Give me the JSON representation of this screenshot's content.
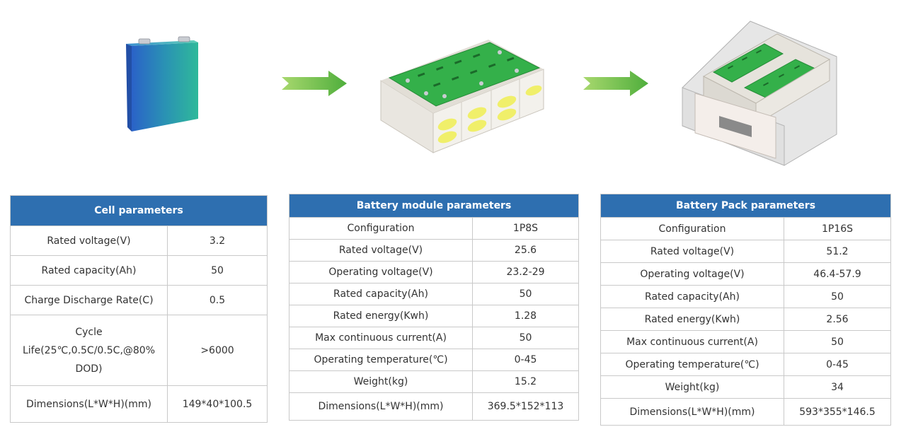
{
  "cell_table": {
    "title": "Cell parameters",
    "rows": [
      {
        "label": "Rated voltage(V)",
        "value": "3.2"
      },
      {
        "label": "Rated capacity(Ah)",
        "value": "50"
      },
      {
        "label": "Charge Discharge Rate(C)",
        "value": "0.5"
      },
      {
        "label_lines": [
          "Cycle",
          "Life(25℃,0.5C/0.5C,@80%",
          "DOD)"
        ],
        "value": ">6000"
      },
      {
        "label": "Dimensions(L*W*H)(mm)",
        "value": "149*40*100.5"
      }
    ]
  },
  "module_table": {
    "title": "Battery module parameters",
    "rows": [
      {
        "label": "Configuration",
        "value": "1P8S"
      },
      {
        "label": "Rated voltage(V)",
        "value": "25.6"
      },
      {
        "label": "Operating voltage(V)",
        "value": "23.2-29"
      },
      {
        "label": "Rated capacity(Ah)",
        "value": "50"
      },
      {
        "label": "Rated energy(Kwh)",
        "value": "1.28"
      },
      {
        "label": "Max continuous current(A)",
        "value": "50"
      },
      {
        "label": "Operating temperature(℃)",
        "value": "0-45"
      },
      {
        "label": "Weight(kg)",
        "value": "15.2"
      },
      {
        "label": "Dimensions(L*W*H)(mm)",
        "value": "369.5*152*113"
      }
    ]
  },
  "pack_table": {
    "title": "Battery Pack parameters",
    "rows": [
      {
        "label": "Configuration",
        "value": "1P16S"
      },
      {
        "label": "Rated voltage(V)",
        "value": "51.2"
      },
      {
        "label": "Operating voltage(V)",
        "value": "46.4-57.9"
      },
      {
        "label": "Rated capacity(Ah)",
        "value": "50"
      },
      {
        "label": "Rated energy(Kwh)",
        "value": "2.56"
      },
      {
        "label": "Max continuous current(A)",
        "value": "50"
      },
      {
        "label": "Operating temperature(℃)",
        "value": "0-45"
      },
      {
        "label": "Weight(kg)",
        "value": "34"
      },
      {
        "label": "Dimensions(L*W*H)(mm)",
        "value": "593*355*146.5"
      }
    ]
  },
  "colors": {
    "header_blue": "#2e6fb0",
    "arrow_green": "#7cc242",
    "board_green": "#34b04a",
    "cell_blue": "#2a62c8",
    "cell_teal": "#2fb99a"
  },
  "icons": {
    "cell": "battery-cell-illustration",
    "module": "battery-module-illustration",
    "pack": "battery-pack-illustration",
    "arrow": "right-arrow-icon"
  }
}
